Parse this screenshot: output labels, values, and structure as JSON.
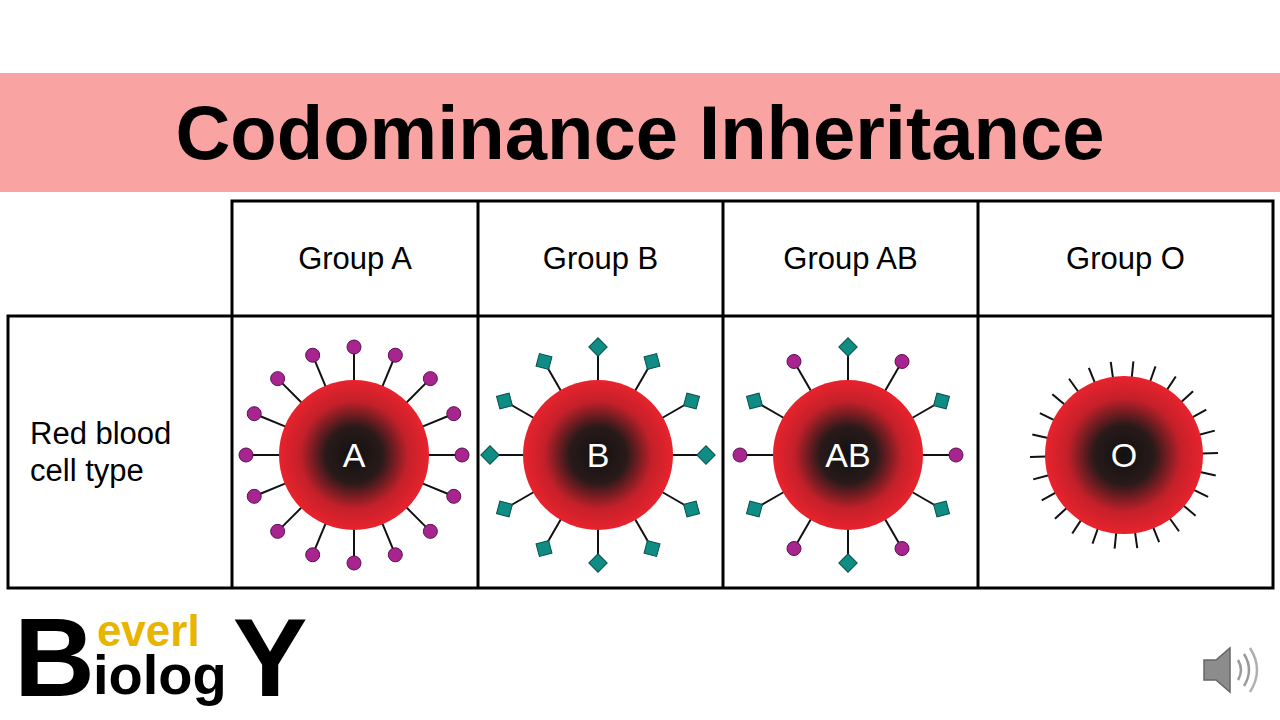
{
  "diagram": {
    "title": "Codominance Inheritance",
    "nodes": [
      {
        "text": [
          "A"
        ]
      },
      {
        "text": [
          "B"
        ]
      },
      {
        "text": [
          "AB"
        ]
      },
      {
        "text": [
          "O"
        ]
      }
    ],
    "labels": [
      "Group A",
      "Group B",
      "Group AB",
      "Group O",
      "Red blood cell type",
      "B",
      "everl",
      "Y",
      "iolog"
    ]
  }
}
